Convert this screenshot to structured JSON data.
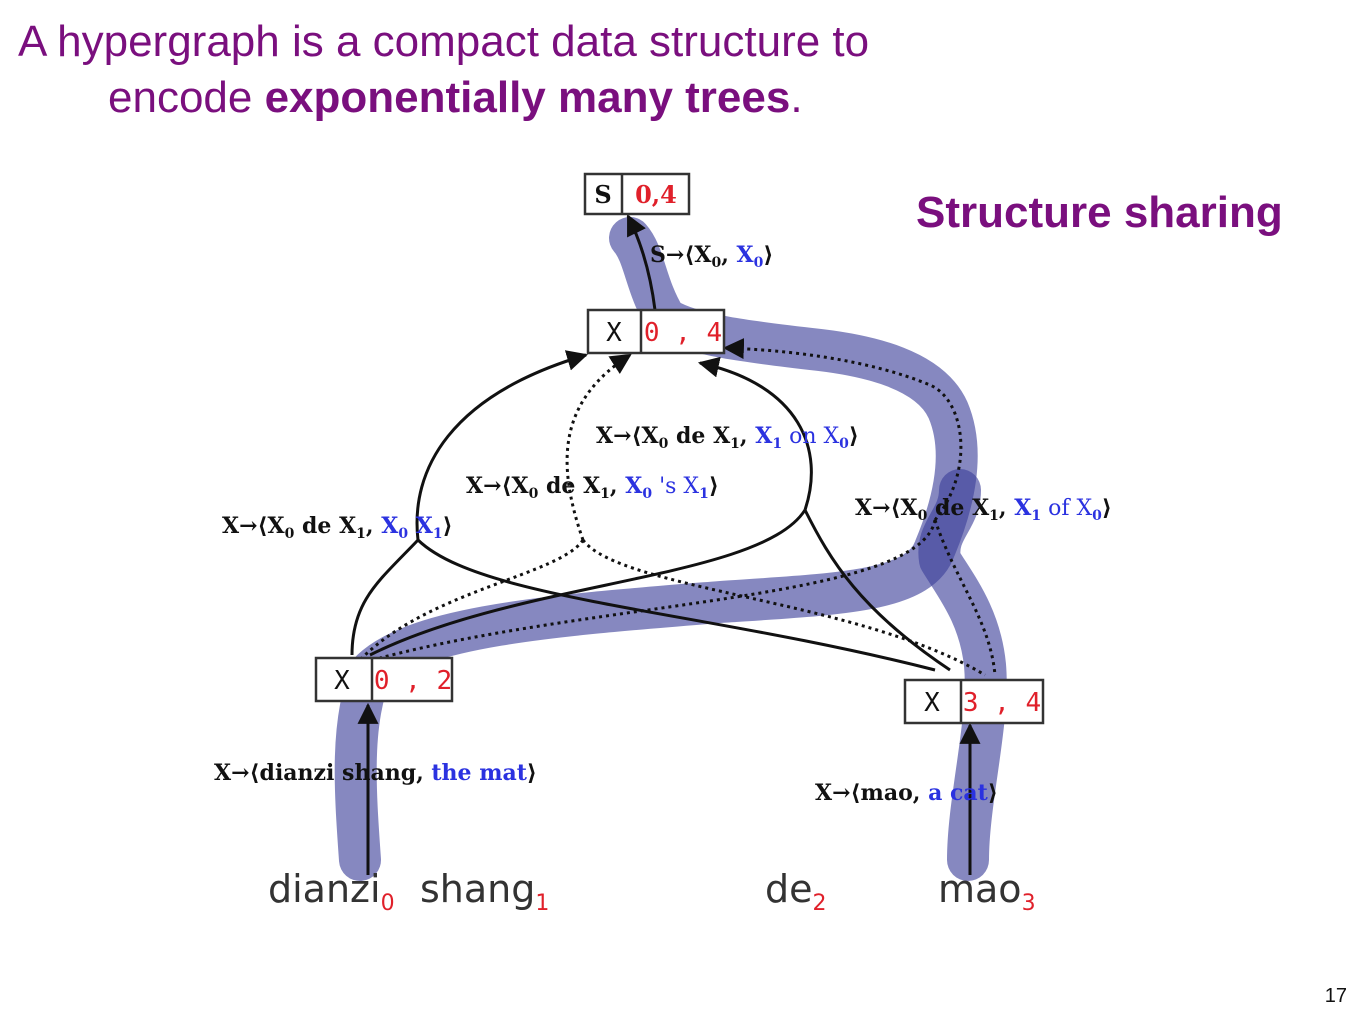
{
  "title": {
    "part1": "A hypergraph is a compact data structure  to",
    "part2": "encode ",
    "bold": "exponentially many trees",
    "part3": "."
  },
  "callout": "Structure sharing",
  "page_number": "17",
  "colors": {
    "title": "#7a0f7e",
    "highlight": "#3b3f9a",
    "span_red": "#e0202a",
    "target_blue": "#2b32e0",
    "edge": "#111111"
  },
  "nodes": [
    {
      "id": "S04",
      "label": "S",
      "span": "0,4"
    },
    {
      "id": "X04",
      "label": "X",
      "span": "0 , 4"
    },
    {
      "id": "X02",
      "label": "X",
      "span": "0 , 2"
    },
    {
      "id": "X34",
      "label": "X",
      "span": "3 , 4"
    }
  ],
  "rules": {
    "top": {
      "lhs": "S",
      "src": "⟨X",
      "src_sub": "0",
      "sep": ", ",
      "tgt": "X",
      "tgt_sub": "0",
      "end": "⟩"
    },
    "r1": {
      "lhs": "X→⟨X",
      "s0": "0",
      "mid": " de X",
      "s1": "1",
      "comma": ", ",
      "tgt": "X",
      "t0": "0",
      "tgt2": " X",
      "t1": "1",
      "end": "⟩"
    },
    "r2": {
      "lhs": "X→⟨X",
      "s0": "0",
      "mid": " de X",
      "s1": "1",
      "comma": ", ",
      "tgt": "X",
      "t0": "0",
      "tgt2": " 's X",
      "t1": "1",
      "end": "⟩"
    },
    "r3": {
      "lhs": "X→⟨X",
      "s0": "0",
      "mid": " de X",
      "s1": "1",
      "comma": ", ",
      "tgt": "X",
      "t0": "1",
      "tgt2": " on X",
      "t1": "0",
      "end": "⟩"
    },
    "r4": {
      "lhs": "X→⟨X",
      "s0": "0",
      "mid": " de X",
      "s1": "1",
      "comma": ", ",
      "tgt": "X",
      "t0": "1",
      "tgt2": " of X",
      "t1": "0",
      "end": "⟩"
    },
    "lex1": {
      "lhs": "X→⟨dianzi shang, ",
      "tgt": "the mat",
      "end": "⟩"
    },
    "lex2": {
      "lhs": "X→⟨mao, ",
      "tgt": "a cat",
      "end": "⟩"
    }
  },
  "words": [
    {
      "text": "dianzi",
      "sub": "0"
    },
    {
      "text": "shang",
      "sub": "1"
    },
    {
      "text": "de",
      "sub": "2"
    },
    {
      "text": "mao",
      "sub": "3"
    }
  ]
}
